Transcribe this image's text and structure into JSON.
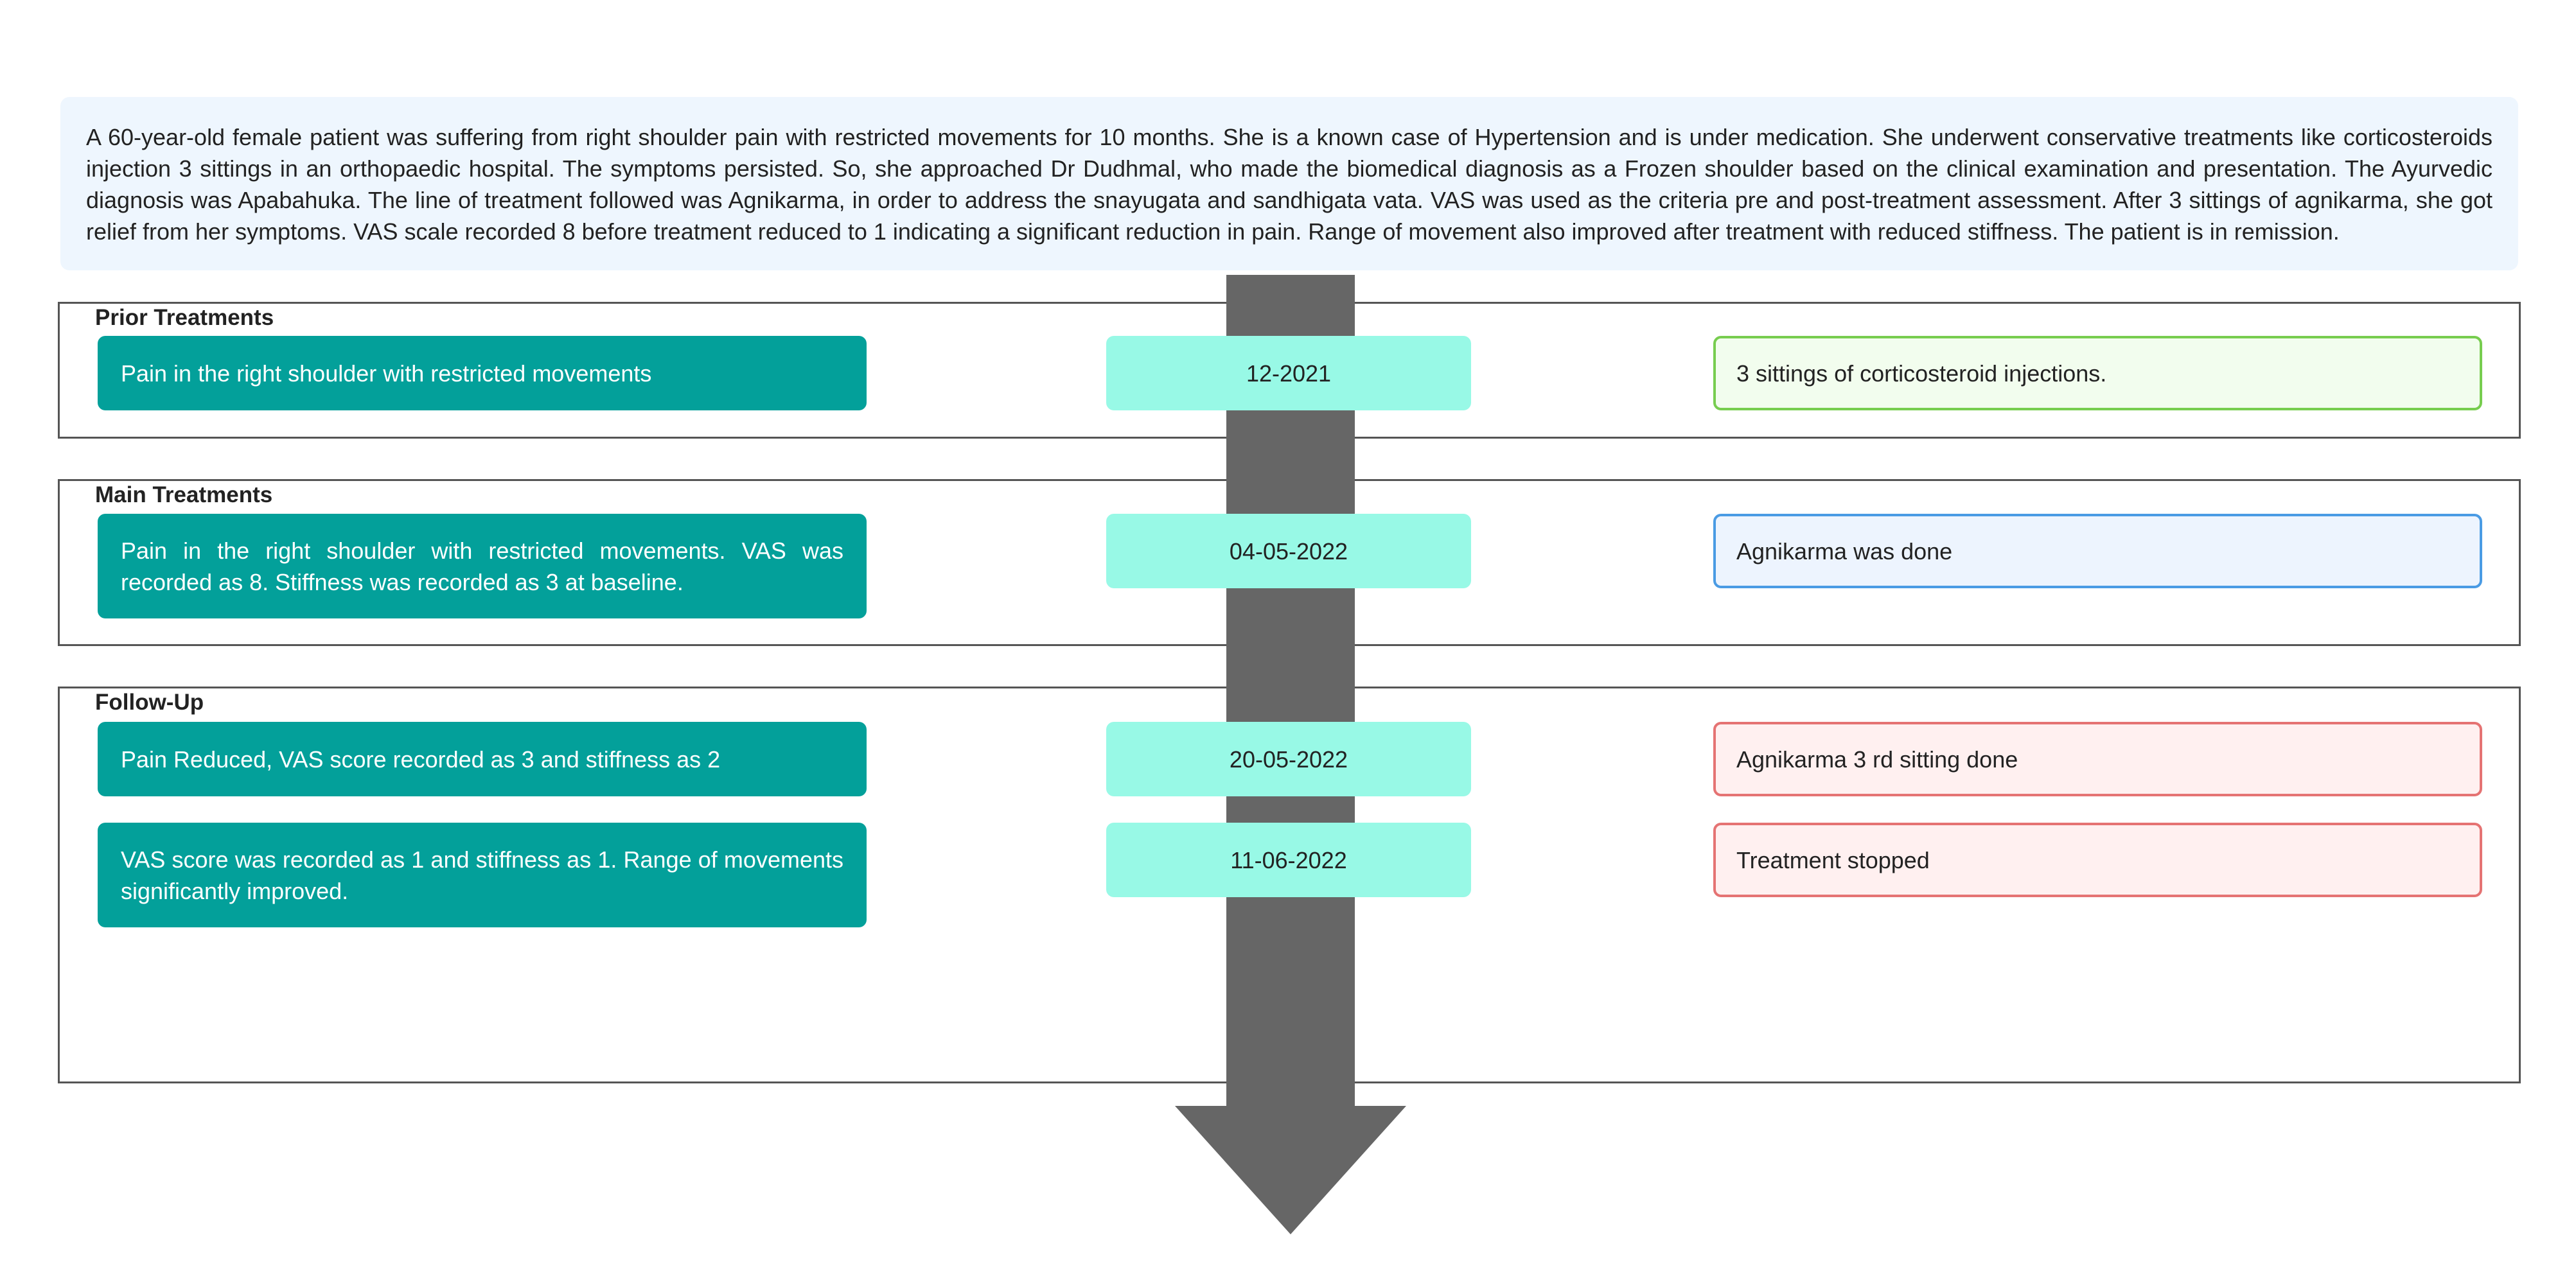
{
  "summary": "A 60-year-old female patient was suffering from right shoulder pain with restricted movements for 10 months. She is a known case of Hypertension and is under medication. She underwent conservative treatments like corticosteroids injection 3 sittings in an orthopaedic hospital. The symptoms persisted. So, she approached Dr Dudhmal, who made the biomedical diagnosis as a Frozen shoulder based on the clinical examination and presentation. The Ayurvedic diagnosis was Apabahuka. The line of treatment followed was Agnikarma, in order to address the snayugata and sandhigata vata. VAS was used as the criteria pre and post-treatment assessment. After 3 sittings of agnikarma, she got relief from her symptoms. VAS scale recorded 8 before treatment reduced to 1 indicating a significant reduction in pain. Range of movement also improved after treatment with reduced stiffness. The patient is in remission.",
  "colors": {
    "event": "#03a09a",
    "date": "#98f9e6",
    "arrow": "#666666",
    "outcome_green": "#77cd4f",
    "outcome_blue": "#4a9be4",
    "outcome_red": "#e57373"
  },
  "sections": [
    {
      "title": "Prior Treatments",
      "rows": [
        {
          "event": "Pain in the right shoulder with restricted movements",
          "date": "12-2021",
          "outcome": "3 sittings of corticosteroid injections."
        }
      ]
    },
    {
      "title": "Main Treatments",
      "rows": [
        {
          "event": "Pain in the right shoulder with restricted movements. VAS was recorded as 8. Stiffness was recorded as 3 at baseline.",
          "date": "04-05-2022",
          "outcome": "Agnikarma was done"
        }
      ]
    },
    {
      "title": "Follow-Up",
      "rows": [
        {
          "event": "Pain Reduced, VAS score recorded as 3 and stiffness as 2",
          "date": "20-05-2022",
          "outcome": "Agnikarma 3 rd sitting done"
        },
        {
          "event": "VAS score was recorded as 1 and stiffness as 1. Range of movements significantly improved.",
          "date": "11-06-2022",
          "outcome": "Treatment stopped"
        }
      ]
    }
  ]
}
